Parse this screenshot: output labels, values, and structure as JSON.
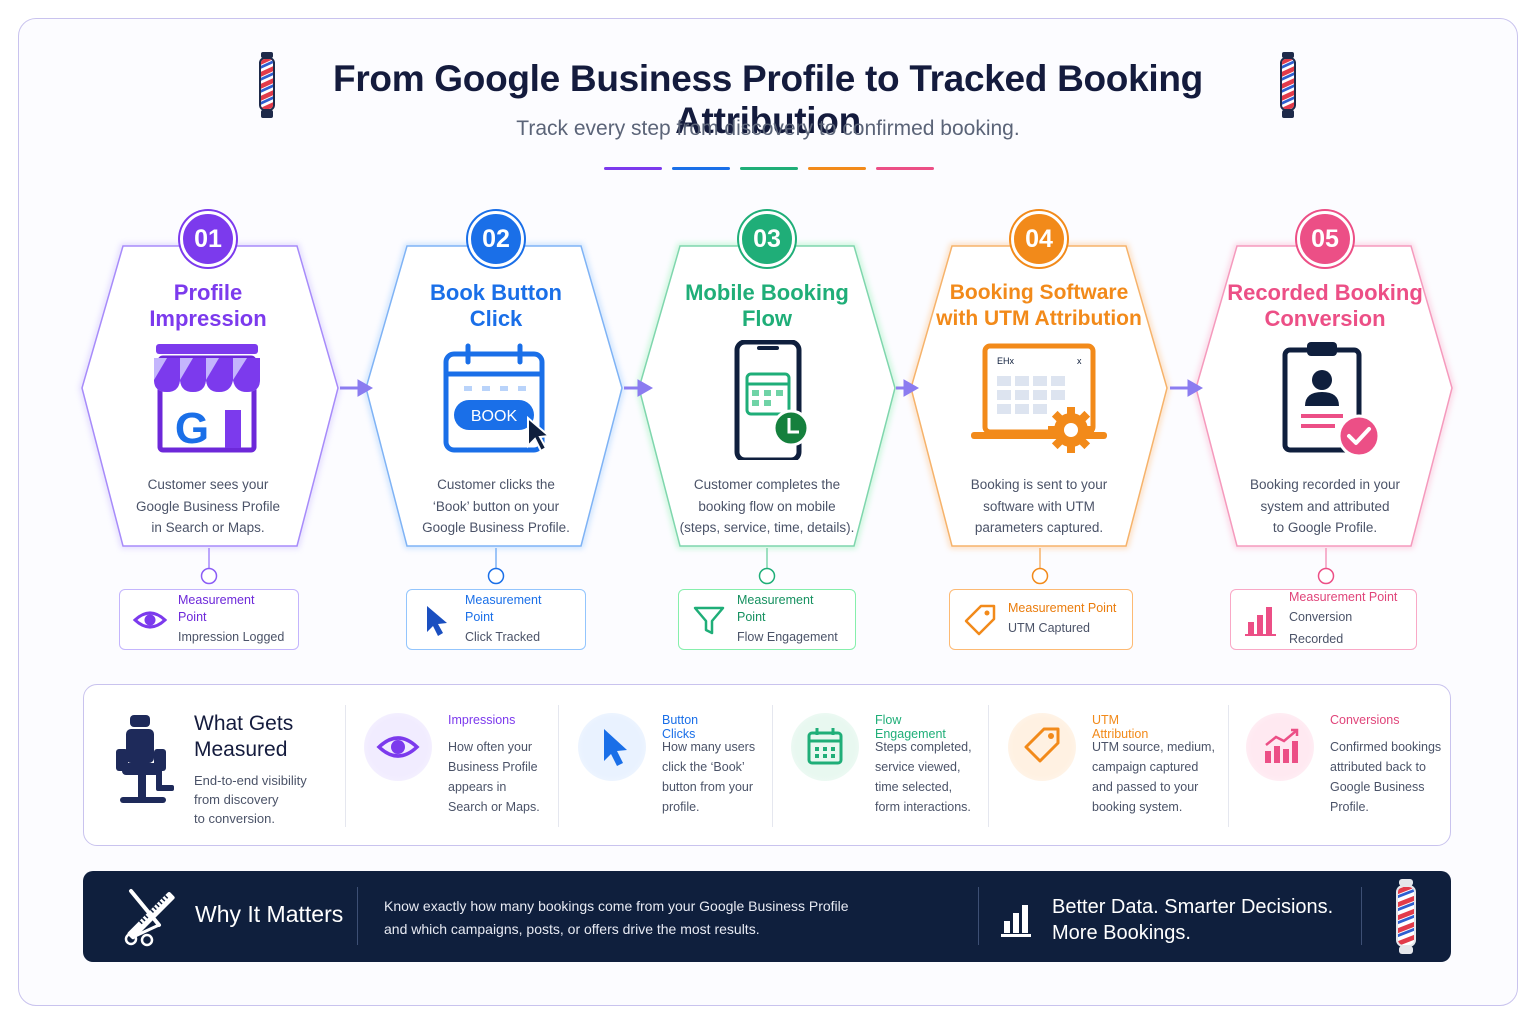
{
  "header": {
    "title": "From Google Business Profile to Tracked Booking Attribution",
    "subtitle": "Track every step from discovery to confirmed booking."
  },
  "colors": {
    "purple": "#7c3aed",
    "blue": "#1a6fe8",
    "green": "#1fae78",
    "orange": "#f28a1a",
    "pink": "#ec4f86",
    "navy": "#0f1f3d"
  },
  "steps": [
    {
      "number": "01",
      "title": "Profile\nImpression",
      "description": "Customer sees your\nGoogle Business Profile\nin Search or Maps.",
      "icon": "storefront-google-icon",
      "measurement_label": "Measurement Point",
      "measurement_value": "Impression Logged",
      "measurement_icon": "eye-icon"
    },
    {
      "number": "02",
      "title": "Book Button\nClick",
      "description": "Customer clicks the\n‘Book’ button on your\nGoogle Business Profile.",
      "icon": "calendar-book-icon",
      "button_text": "BOOK",
      "measurement_label": "Measurement Point",
      "measurement_value": "Click Tracked",
      "measurement_icon": "cursor-icon"
    },
    {
      "number": "03",
      "title": "Mobile Booking\nFlow",
      "description": "Customer completes the\nbooking flow on mobile\n(steps, service, time, details).",
      "icon": "phone-calendar-icon",
      "measurement_label": "Measurement Point",
      "measurement_value": "Flow Engagement",
      "measurement_icon": "funnel-icon"
    },
    {
      "number": "04",
      "title": "Booking Software\nwith UTM Attribution",
      "description": "Booking is sent to your\nsoftware with UTM\nparameters captured.",
      "icon": "laptop-gear-icon",
      "screen_text": "EHx",
      "measurement_label": "Measurement Point",
      "measurement_value": "UTM Captured",
      "measurement_icon": "tag-icon"
    },
    {
      "number": "05",
      "title": "Recorded Booking\nConversion",
      "description": "Booking recorded in your\nsystem and attributed\nto Google Profile.",
      "icon": "clipboard-check-icon",
      "measurement_label": "Measurement Point",
      "measurement_value": "Conversion Recorded",
      "measurement_icon": "bar-chart-icon"
    }
  ],
  "measured": {
    "title": "What Gets\nMeasured",
    "description": "End-to-end visibility\nfrom discovery\nto conversion.",
    "metrics": [
      {
        "label": "Impressions",
        "description": "How often your\nBusiness Profile\nappears in\nSearch or Maps.",
        "icon": "eye-icon"
      },
      {
        "label": "Button Clicks",
        "description": "How many users\nclick the ‘Book’\nbutton from your\nprofile.",
        "icon": "cursor-icon"
      },
      {
        "label": "Flow Engagement",
        "description": "Steps completed,\nservice viewed,\ntime selected,\nform interactions.",
        "icon": "calendar-icon"
      },
      {
        "label": "UTM Attribution",
        "description": "UTM source, medium,\ncampaign captured\nand passed to your\nbooking system.",
        "icon": "tag-icon"
      },
      {
        "label": "Conversions",
        "description": "Confirmed bookings\nattributed back to\nGoogle Business\nProfile.",
        "icon": "growth-chart-icon"
      }
    ]
  },
  "why": {
    "title": "Why It Matters",
    "text": "Know exactly how many bookings come from your Google Business Profile\nand which campaigns, posts, or offers drive the most results.",
    "tagline": "Better Data. Smarter Decisions.\nMore Bookings."
  }
}
